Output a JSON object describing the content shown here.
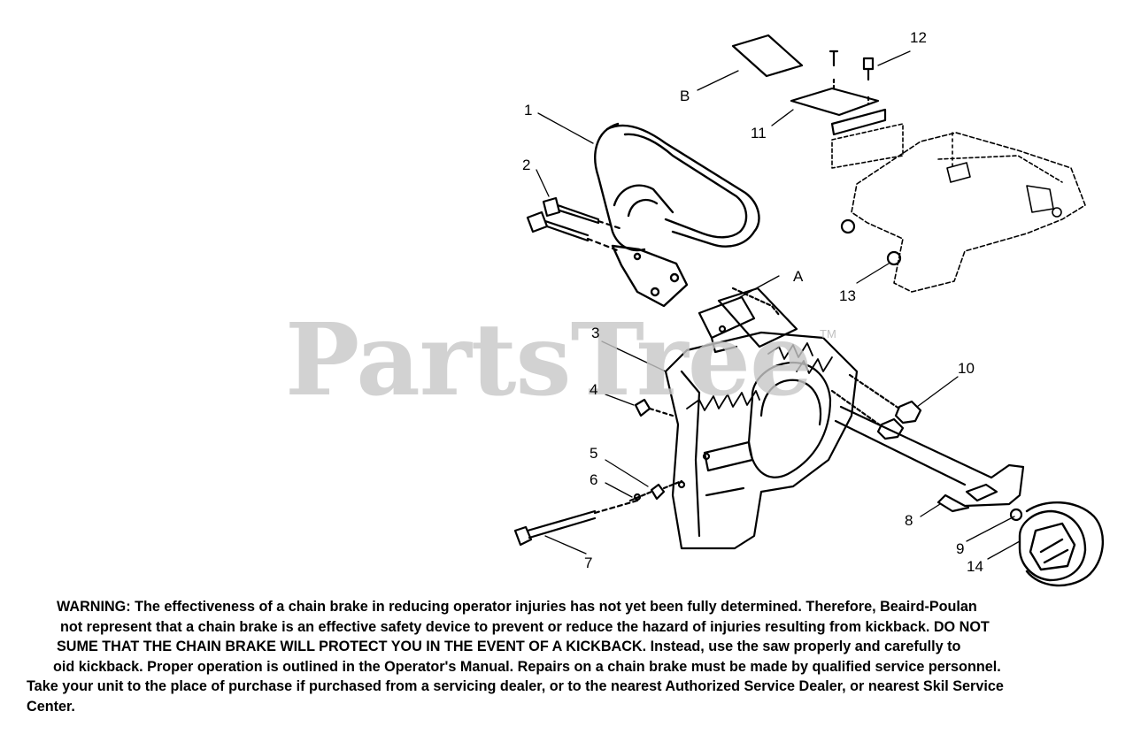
{
  "watermark": {
    "text": "PartsTree",
    "tm": "TM"
  },
  "callouts": {
    "c1": "1",
    "c2": "2",
    "c3": "3",
    "c4": "4",
    "c5": "5",
    "c6": "6",
    "c7": "7",
    "c8": "8",
    "c9": "9",
    "c10": "10",
    "c11": "11",
    "c12": "12",
    "c13": "13",
    "c14": "14",
    "cA": "A",
    "cB": "B"
  },
  "warning": {
    "heading": "WARNING:",
    "line1_rest": " The effectiveness of a chain brake in reducing operator injuries has not yet been fully determined. Therefore, Beaird-Poulan",
    "line2": "not represent that a chain brake is an effective safety device to prevent or reduce the hazard of injuries resulting from kickback. DO NOT",
    "line3": "SUME THAT THE CHAIN BRAKE WILL PROTECT YOU IN THE EVENT OF A KICKBACK. Instead, use the saw properly and carefully to",
    "line4": "oid kickback. Proper operation is outlined in the Operator's Manual. Repairs on a chain brake must be made by qualified service personnel.",
    "line5": "Take your unit to the place of purchase if purchased from a servicing dealer, or to the nearest Authorized Service Dealer, or nearest Skil Service",
    "line6": "Center."
  }
}
